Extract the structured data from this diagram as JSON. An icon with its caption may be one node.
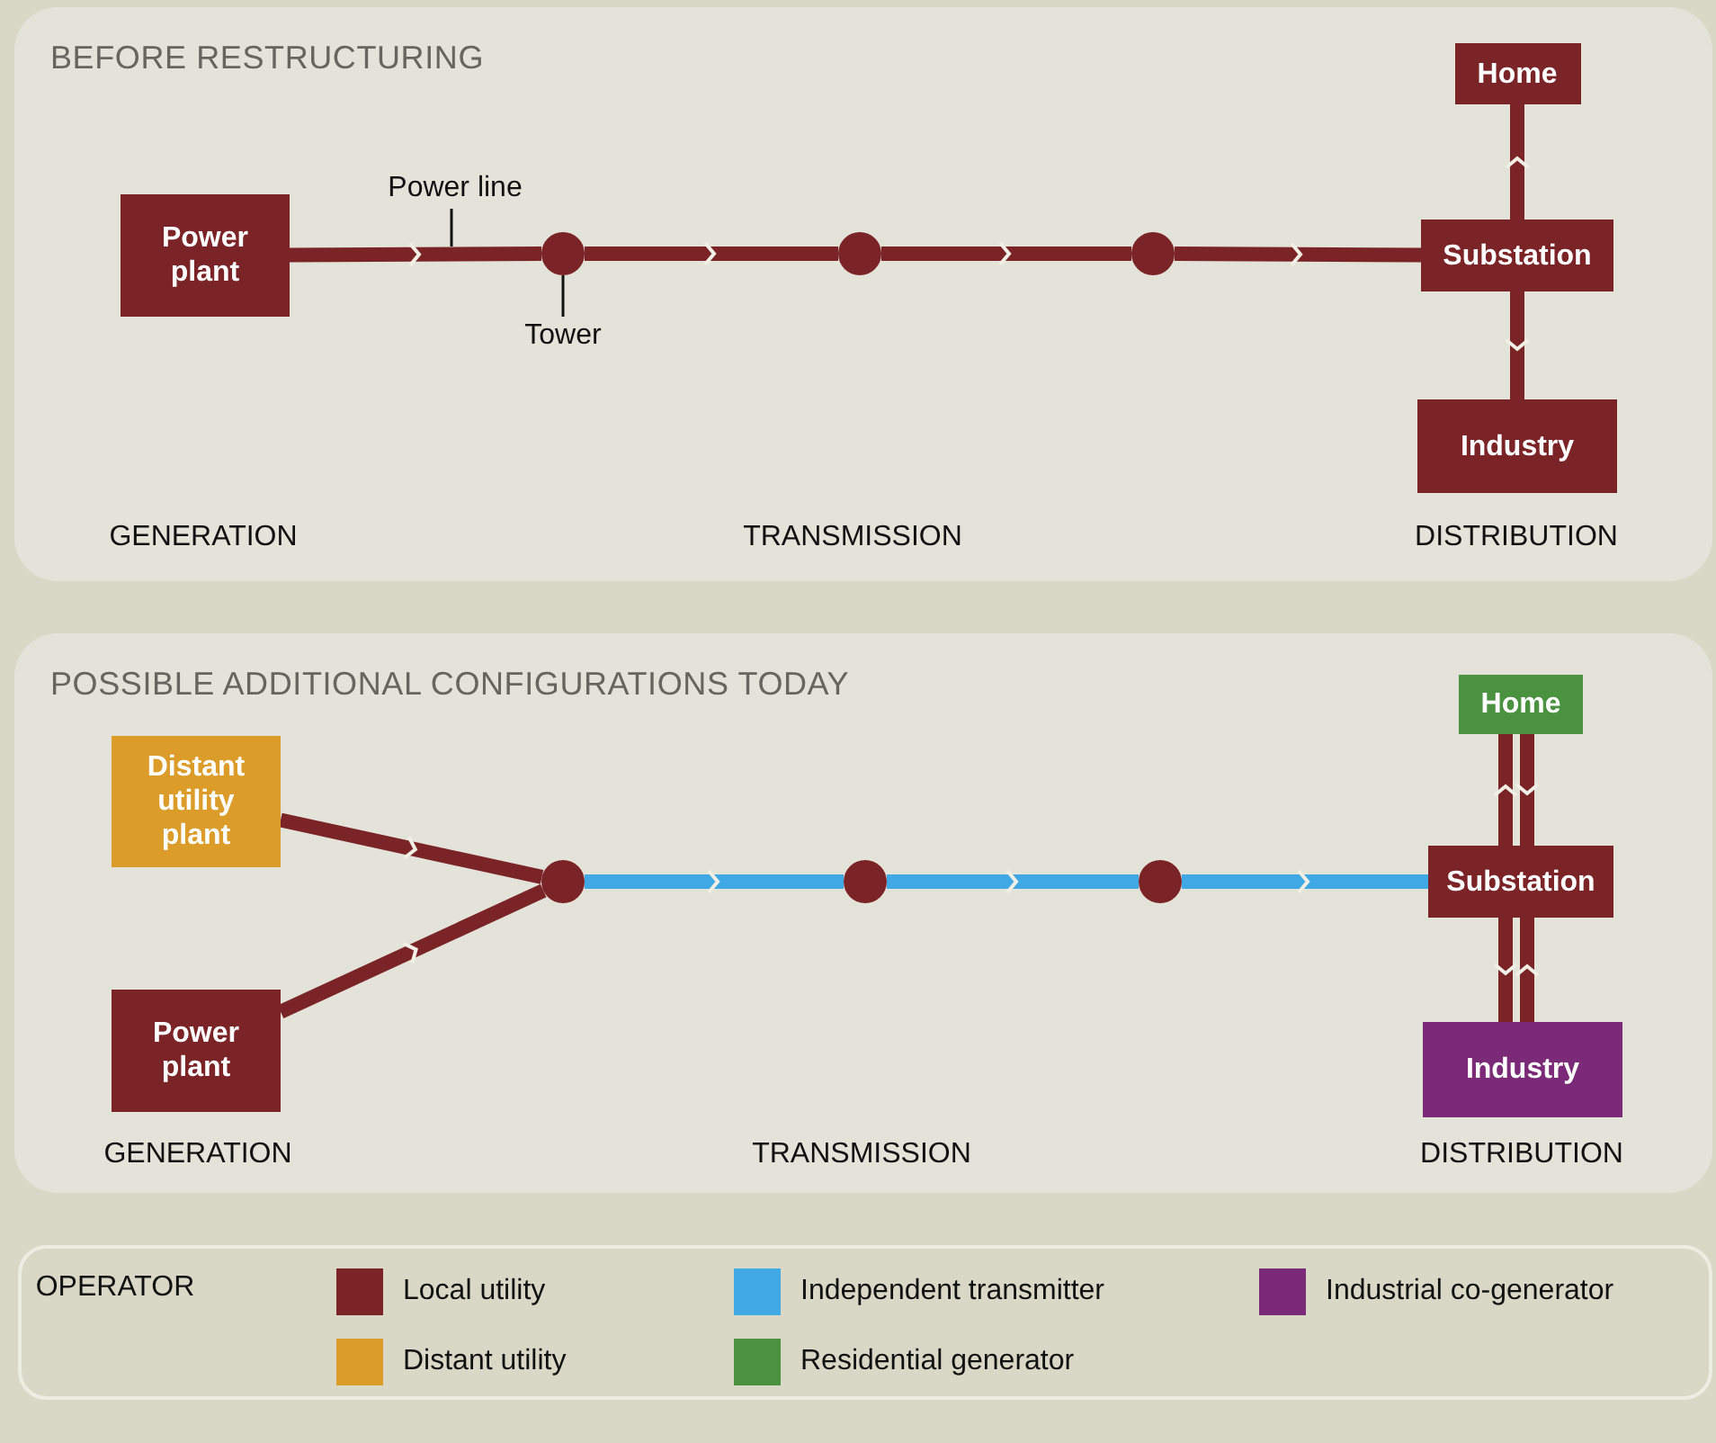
{
  "diagram": {
    "nodes": [
      {
        "text": [
          "BEFORE RESTRUCTURING"
        ]
      },
      {
        "text": [
          "Home"
        ],
        "in": 0
      },
      {
        "text": [
          "Power plant"
        ],
        "in": 0
      },
      {
        "text": [
          "Power line"
        ],
        "in": 0
      },
      {
        "text": [],
        "shape": "circle",
        "in": 0
      },
      {
        "text": [],
        "shape": "circle",
        "in": 0
      },
      {
        "text": [],
        "shape": "circle",
        "in": 0
      },
      {
        "text": [
          "Substation"
        ],
        "in": 0
      },
      {
        "text": [
          "Tower"
        ],
        "in": 0
      },
      {
        "text": [
          "Industry"
        ],
        "in": 0
      },
      {
        "text": [
          "POSSIBLE ADDITIONAL CONFIGURATIONS TODAY"
        ]
      },
      {
        "text": [
          "Home"
        ],
        "in": 10
      },
      {
        "text": [
          "Distant utility plant"
        ],
        "in": 10
      },
      {
        "text": [],
        "shape": "circle",
        "in": 10
      },
      {
        "text": [],
        "shape": "circle",
        "in": 10
      },
      {
        "text": [],
        "shape": "circle",
        "in": 10
      },
      {
        "text": [
          "Substation"
        ],
        "in": 10
      },
      {
        "text": [
          "Power plant"
        ],
        "in": 10
      },
      {
        "text": [
          "Industry"
        ],
        "in": 10
      }
    ],
    "edges": [
      {
        "from": 2,
        "to": 4,
        "arrow": "to"
      },
      {
        "from": 4,
        "to": 5,
        "arrow": "to"
      },
      {
        "from": 5,
        "to": 6,
        "arrow": "to"
      },
      {
        "from": 6,
        "to": 7,
        "arrow": "to"
      },
      {
        "from": 7,
        "to": 1,
        "arrow": "to"
      },
      {
        "from": 7,
        "to": 9,
        "arrow": "to"
      },
      {
        "from": 3,
        "to": null,
        "arrow": "none",
        "color": "#111111"
      },
      {
        "from": 8,
        "to": 4,
        "arrow": "none",
        "color": "#111111"
      },
      {
        "from": 12,
        "to": 13,
        "arrow": "to"
      },
      {
        "from": 17,
        "to": 13,
        "arrow": "to"
      },
      {
        "from": 13,
        "to": 14,
        "arrow": "to",
        "color": "#40a8e4"
      },
      {
        "from": 14,
        "to": 15,
        "arrow": "to",
        "color": "#40a8e4"
      },
      {
        "from": 15,
        "to": 16,
        "arrow": "to",
        "color": "#40a8e4"
      },
      {
        "from": 16,
        "to": 11,
        "arrow": "to"
      },
      {
        "from": 11,
        "to": 16,
        "arrow": "to"
      },
      {
        "from": 16,
        "to": 18,
        "arrow": "to"
      },
      {
        "from": 18,
        "to": 16,
        "arrow": "to"
      }
    ],
    "labels": [
      "GENERATION",
      "TRANSMISSION",
      "DISTRIBUTION",
      "GENERATION",
      "TRANSMISSION",
      "DISTRIBUTION",
      "OPERATOR"
    ],
    "legend": [
      {
        "text": "Local utility",
        "color": "#7b2428"
      },
      {
        "text": "Independent transmitter",
        "color": "#40a8e4"
      },
      {
        "text": "Industrial co-generator",
        "color": "#7b2a78"
      },
      {
        "text": "Distant utility",
        "color": "#dc9c2a"
      },
      {
        "text": "Residential generator",
        "color": "#4a9140"
      }
    ]
  }
}
